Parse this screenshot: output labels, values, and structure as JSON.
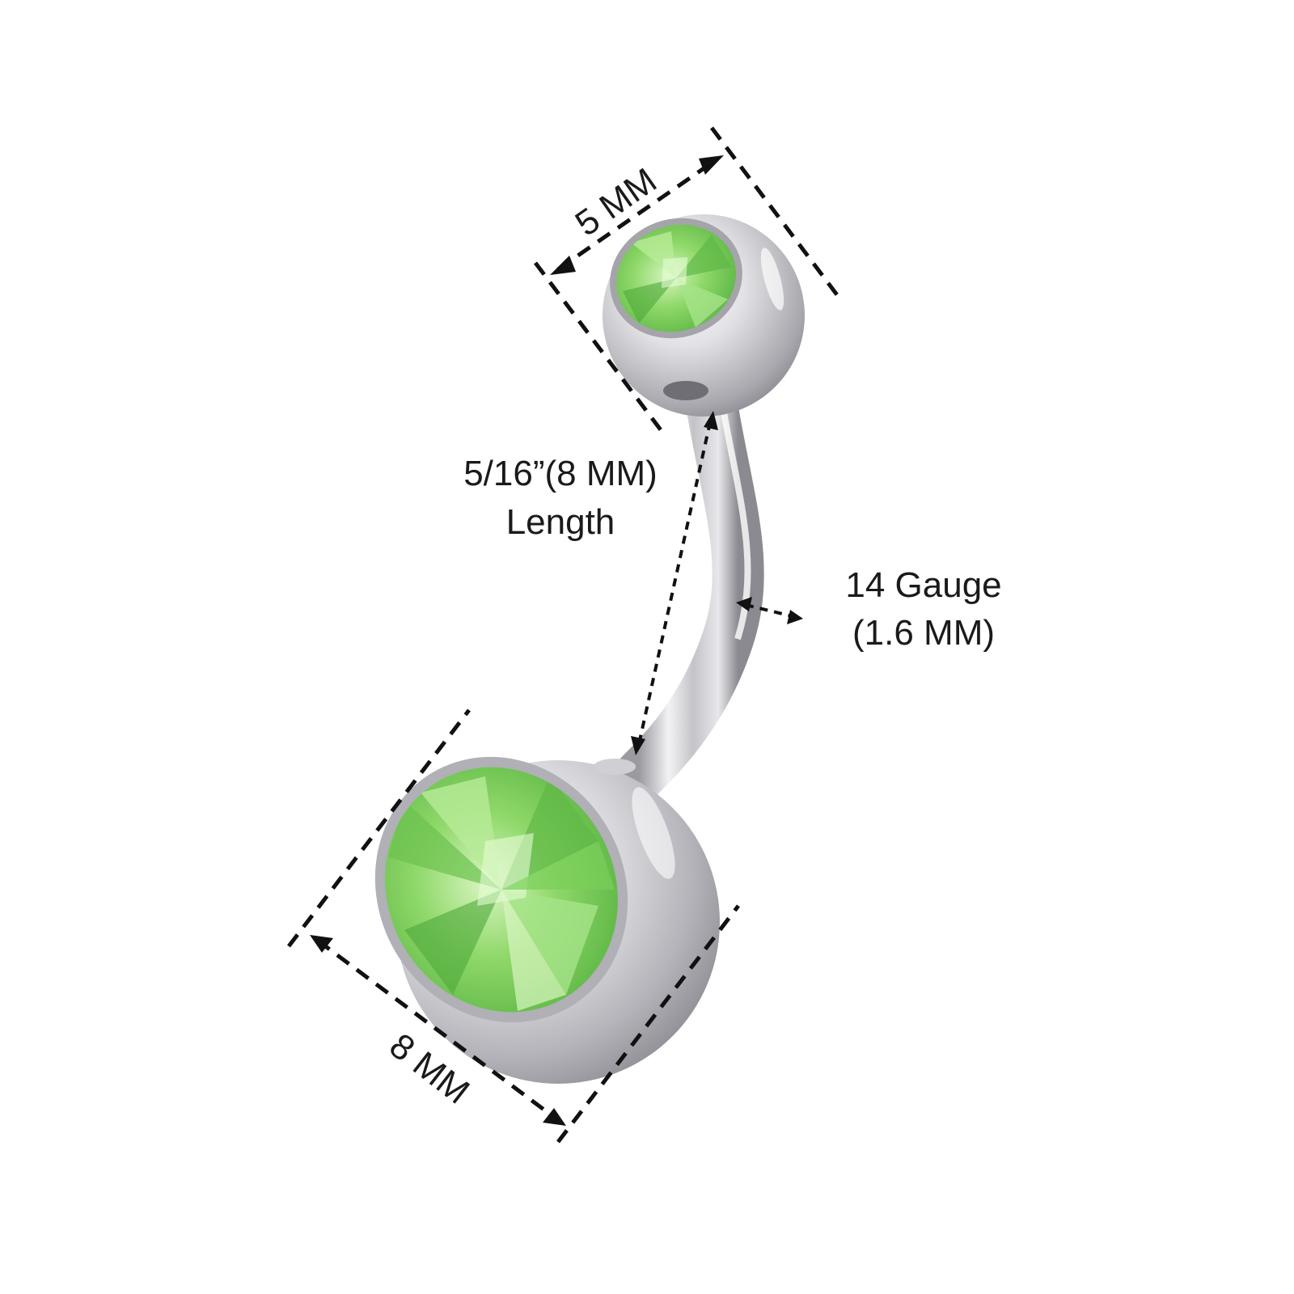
{
  "labels": {
    "top_ball": "5 MM",
    "bottom_ball": "8 MM",
    "length_line1": "5/16”(8 MM)",
    "length_line2": "Length",
    "gauge_line1": "14 Gauge",
    "gauge_line2": "(1.6 MM)"
  },
  "colors": {
    "gem": "#8fd86a",
    "gem_dark": "#4fa83a",
    "gem_light": "#d8f5c0",
    "steel": "#c8c8cc",
    "steel_dark": "#8a8a90",
    "steel_light": "#f4f4f6",
    "dimension": "#111111"
  }
}
